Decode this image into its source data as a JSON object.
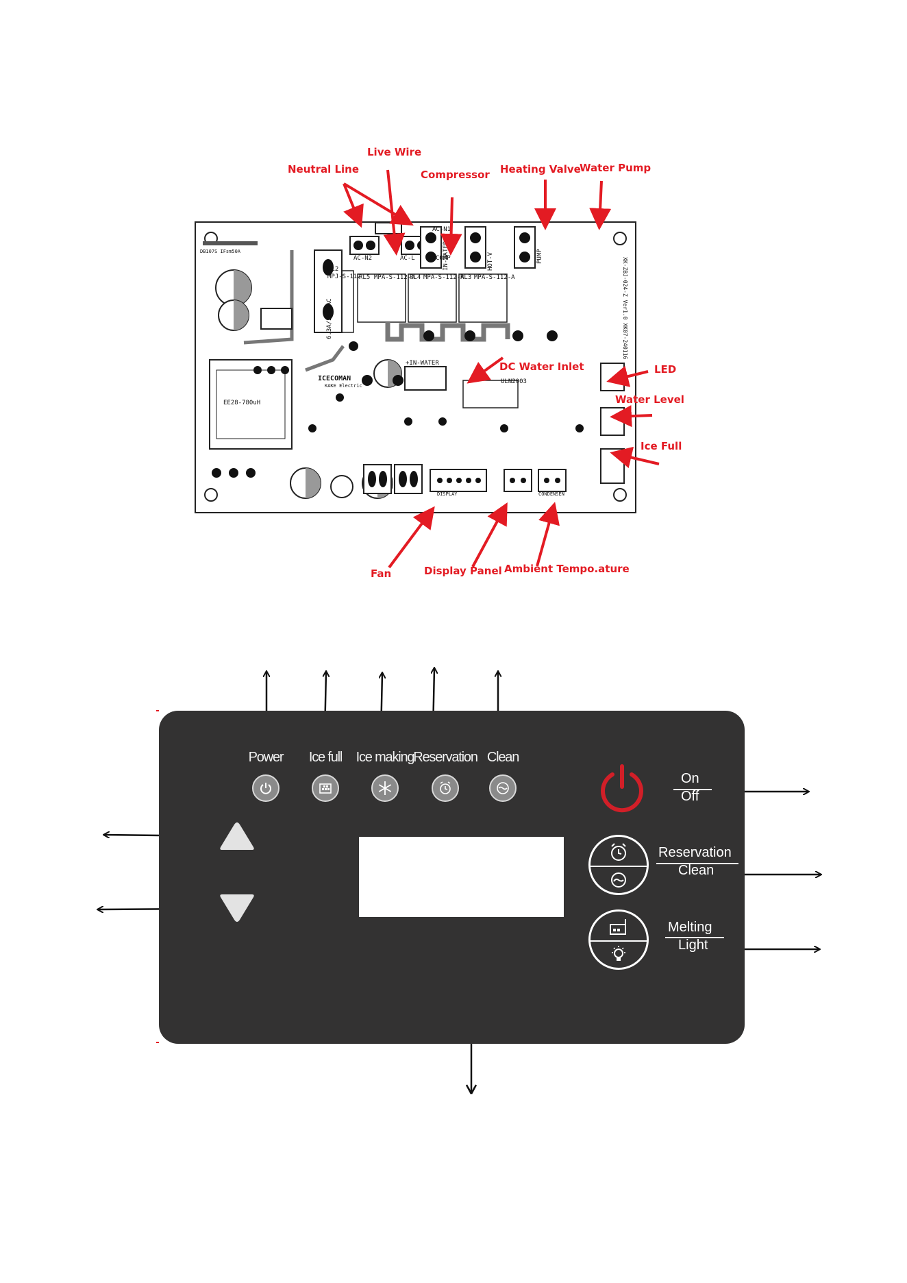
{
  "pcb": {
    "board_labels": {
      "ac_n2": "AC-N2",
      "ac_l": "AC-L",
      "comp": "COMP",
      "ac_n1": "AC-N1",
      "in_water": "IN-WATER",
      "hot_v": "HOT-V",
      "pump": "PUMP",
      "rl2": "RL2",
      "rl5": "RL5",
      "rl4": "RL4",
      "rl3": "RL3",
      "mpa_1": "MPA-S-112-A",
      "mpa_2": "MPA-S-112-A",
      "mpa_3": "MPA-S-112-A",
      "mpj": "MPJ-S-112",
      "uln": "ULN2003",
      "brand": "ICECOMAN",
      "brand_sub": "KAKE Electric",
      "transformer": "EE28-780uH",
      "version": "XK-ZBJ-024-Z Ver1.0 XK07-240116",
      "display": "DISPLAY",
      "condensen": "CONDENSEN",
      "fuse": "6.3A/250VAC",
      "dbi": "DB107S IFsm50A",
      "in_water2": "+IN-WATER"
    },
    "callouts": {
      "neutral_line": "Neutral Line",
      "live_wire": "Live Wire",
      "compressor": "Compressor",
      "heating_valve": "Heating Valve",
      "water_pump": "Water Pump",
      "dc_water_inlet": "DC Water Inlet",
      "led": "LED",
      "water_level": "Water Level",
      "ice_full": "Ice Full",
      "fan": "Fan",
      "display_panel": "Display Panel",
      "ambient_temperature": "Ambient Tempo.ature"
    },
    "colors": {
      "callout": "#e31b23",
      "board_line": "#222222"
    }
  },
  "panel": {
    "indicators": [
      {
        "label": "Power",
        "icon": "power-icon"
      },
      {
        "label": "Ice full",
        "icon": "ice-full-icon"
      },
      {
        "label": "Ice making",
        "icon": "snowflake-icon"
      },
      {
        "label": "Reservation",
        "icon": "alarm-clock-icon"
      },
      {
        "label": "Clean",
        "icon": "clean-icon"
      }
    ],
    "buttons": {
      "on_off": {
        "top": "On",
        "bottom": "Off"
      },
      "reservation_clean": {
        "top": "Reservation",
        "bottom": "Clean"
      },
      "melting_light": {
        "top": "Melting",
        "bottom": "Light"
      }
    },
    "colors": {
      "panel_bg": "#333232",
      "power_red": "#d21f28",
      "text": "#ffffff",
      "indicator_bg": "#8a8a8a"
    }
  }
}
